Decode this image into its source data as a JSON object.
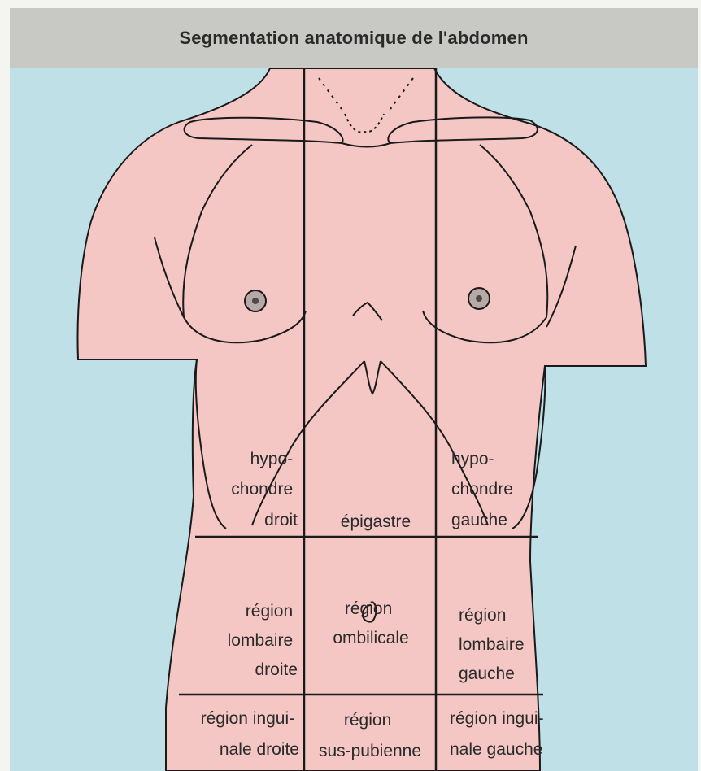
{
  "title": "Segmentation anatomique de l'abdomen",
  "colors": {
    "background": "#bfe0e6",
    "skin": "#f4c7c4",
    "header": "#c8c8c5",
    "line": "#1a1a1a"
  },
  "regions": {
    "hypochondre_droit": [
      "hypo-",
      "chondre",
      "droit"
    ],
    "epigastre": [
      "épigastre"
    ],
    "hypochondre_gauche": [
      "hypo-",
      "chondre",
      "gauche"
    ],
    "lombaire_droite": [
      "région",
      "lombaire",
      "droite"
    ],
    "ombilicale": [
      "région",
      "ombilicale"
    ],
    "lombaire_gauche": [
      "région",
      "lombaire",
      "gauche"
    ],
    "inguinale_droite": [
      "région ingui-",
      "nale droite"
    ],
    "sus_pubienne": [
      "région",
      "sus-pubienne"
    ],
    "inguinale_gauche": [
      "région ingui-",
      "nale gauche"
    ]
  }
}
